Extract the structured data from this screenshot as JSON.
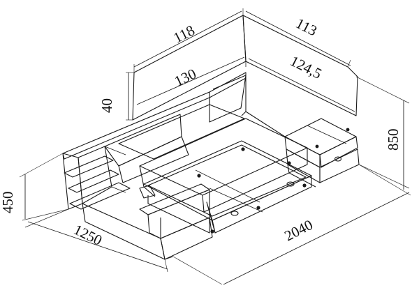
{
  "dimensions": {
    "headboard_top_left": "118",
    "headboard_top_right": "113",
    "headboard_base_left": "130",
    "headboard_base_right": "124,5",
    "headboard_height": "40",
    "side_height": "450",
    "total_height": "850",
    "width": "1250",
    "length": "2040"
  }
}
